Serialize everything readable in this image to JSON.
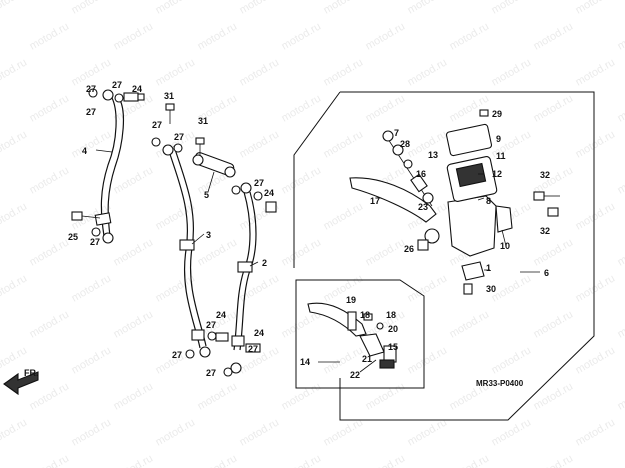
{
  "watermark": "motod.ru",
  "ref_code": "MR33-P0400",
  "direction_label": "FR.",
  "callouts": [
    {
      "id": "c1",
      "text": "1"
    },
    {
      "id": "c2",
      "text": "2"
    },
    {
      "id": "c3",
      "text": "3"
    },
    {
      "id": "c4",
      "text": "4"
    },
    {
      "id": "c5",
      "text": "5"
    },
    {
      "id": "c6",
      "text": "6"
    },
    {
      "id": "c7",
      "text": "7"
    },
    {
      "id": "c8",
      "text": "8"
    },
    {
      "id": "c9",
      "text": "9"
    },
    {
      "id": "c10",
      "text": "10"
    },
    {
      "id": "c11",
      "text": "11"
    },
    {
      "id": "c12",
      "text": "12"
    },
    {
      "id": "c13",
      "text": "13"
    },
    {
      "id": "c14",
      "text": "14"
    },
    {
      "id": "c15",
      "text": "15"
    },
    {
      "id": "c16",
      "text": "16"
    },
    {
      "id": "c17",
      "text": "17"
    },
    {
      "id": "c18a",
      "text": "18"
    },
    {
      "id": "c18b",
      "text": "18"
    },
    {
      "id": "c19",
      "text": "19"
    },
    {
      "id": "c20",
      "text": "20"
    },
    {
      "id": "c21",
      "text": "21"
    },
    {
      "id": "c22",
      "text": "22"
    },
    {
      "id": "c23",
      "text": "23"
    },
    {
      "id": "c24a",
      "text": "24"
    },
    {
      "id": "c24b",
      "text": "24"
    },
    {
      "id": "c24c",
      "text": "24"
    },
    {
      "id": "c24d",
      "text": "24"
    },
    {
      "id": "c25",
      "text": "25"
    },
    {
      "id": "c26",
      "text": "26"
    },
    {
      "id": "c27a",
      "text": "27"
    },
    {
      "id": "c27b",
      "text": "27"
    },
    {
      "id": "c27c",
      "text": "27"
    },
    {
      "id": "c27d",
      "text": "27"
    },
    {
      "id": "c27e",
      "text": "27"
    },
    {
      "id": "c27f",
      "text": "27"
    },
    {
      "id": "c27g",
      "text": "27"
    },
    {
      "id": "c27h",
      "text": "27"
    },
    {
      "id": "c27i",
      "text": "27"
    },
    {
      "id": "c27j",
      "text": "27"
    },
    {
      "id": "c27k",
      "text": "27"
    },
    {
      "id": "c28",
      "text": "28"
    },
    {
      "id": "c29",
      "text": "29"
    },
    {
      "id": "c30",
      "text": "30"
    },
    {
      "id": "c31a",
      "text": "31"
    },
    {
      "id": "c31b",
      "text": "31"
    },
    {
      "id": "c32a",
      "text": "32"
    },
    {
      "id": "c32b",
      "text": "32"
    }
  ]
}
